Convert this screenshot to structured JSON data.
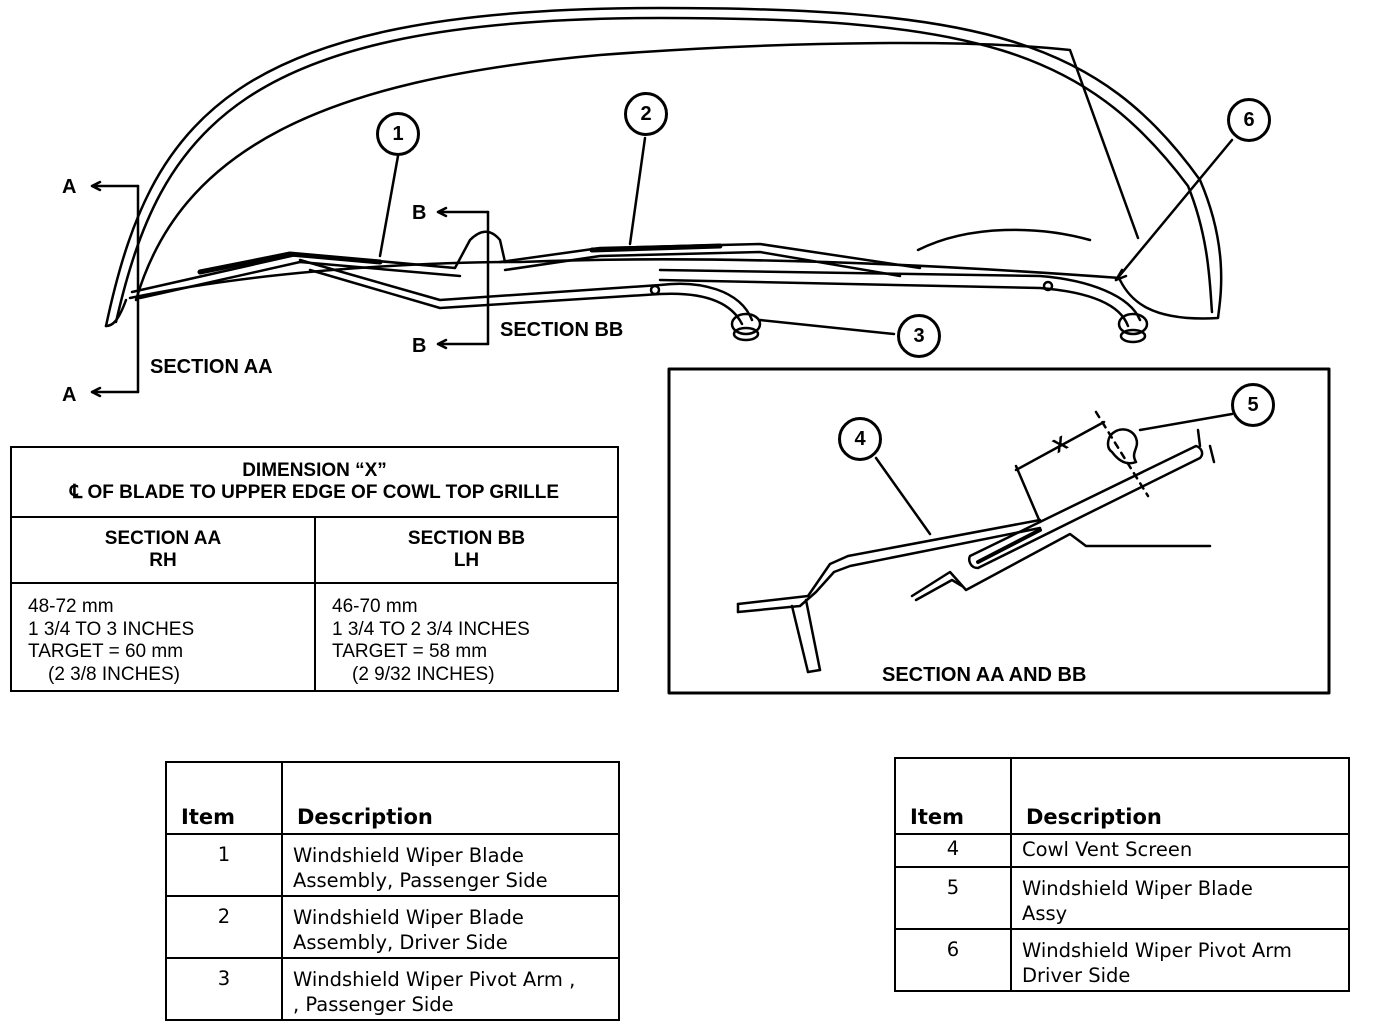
{
  "labels": {
    "a_top": "A",
    "a_bottom": "A",
    "b_top": "B",
    "b_bottom": "B",
    "section_aa": "SECTION AA",
    "section_bb": "SECTION BB",
    "section_detail": "SECTION AA AND BB",
    "x_dim": "X"
  },
  "callouts": [
    "1",
    "2",
    "3",
    "4",
    "5",
    "6"
  ],
  "dimension_table": {
    "title_line1": "DIMENSION “X”",
    "title_line2": "℄ OF BLADE TO UPPER EDGE OF COWL TOP GRILLE",
    "col1_head_line1": "SECTION AA",
    "col1_head_line2": "RH",
    "col2_head_line1": "SECTION BB",
    "col2_head_line2": "LH",
    "col1_lines": [
      "48-72 mm",
      "1 3/4 TO 3 INCHES",
      "TARGET = 60 mm",
      "(2 3/8 INCHES)"
    ],
    "col2_lines": [
      "46-70 mm",
      "1 3/4 TO 2 3/4 INCHES",
      "TARGET = 58 mm",
      "(2 9/32 INCHES)"
    ]
  },
  "parts_table_1": {
    "header_item": "Item",
    "header_desc": "Description",
    "rows": [
      {
        "item": "1",
        "desc_line1": "Windshield Wiper Blade",
        "desc_line2": "Assembly, Passenger Side"
      },
      {
        "item": "2",
        "desc_line1": "Windshield Wiper Blade",
        "desc_line2": "Assembly, Driver Side"
      },
      {
        "item": "3",
        "desc_line1": "Windshield Wiper Pivot Arm ,",
        "desc_line2": ", Passenger Side"
      }
    ]
  },
  "parts_table_2": {
    "header_item": "Item",
    "header_desc": "Description",
    "rows": [
      {
        "item": "4",
        "desc_line1": "Cowl Vent Screen",
        "desc_line2": ""
      },
      {
        "item": "5",
        "desc_line1": "Windshield Wiper Blade",
        "desc_line2": "Assy"
      },
      {
        "item": "6",
        "desc_line1": "Windshield Wiper Pivot Arm",
        "desc_line2": "Driver Side"
      }
    ]
  }
}
